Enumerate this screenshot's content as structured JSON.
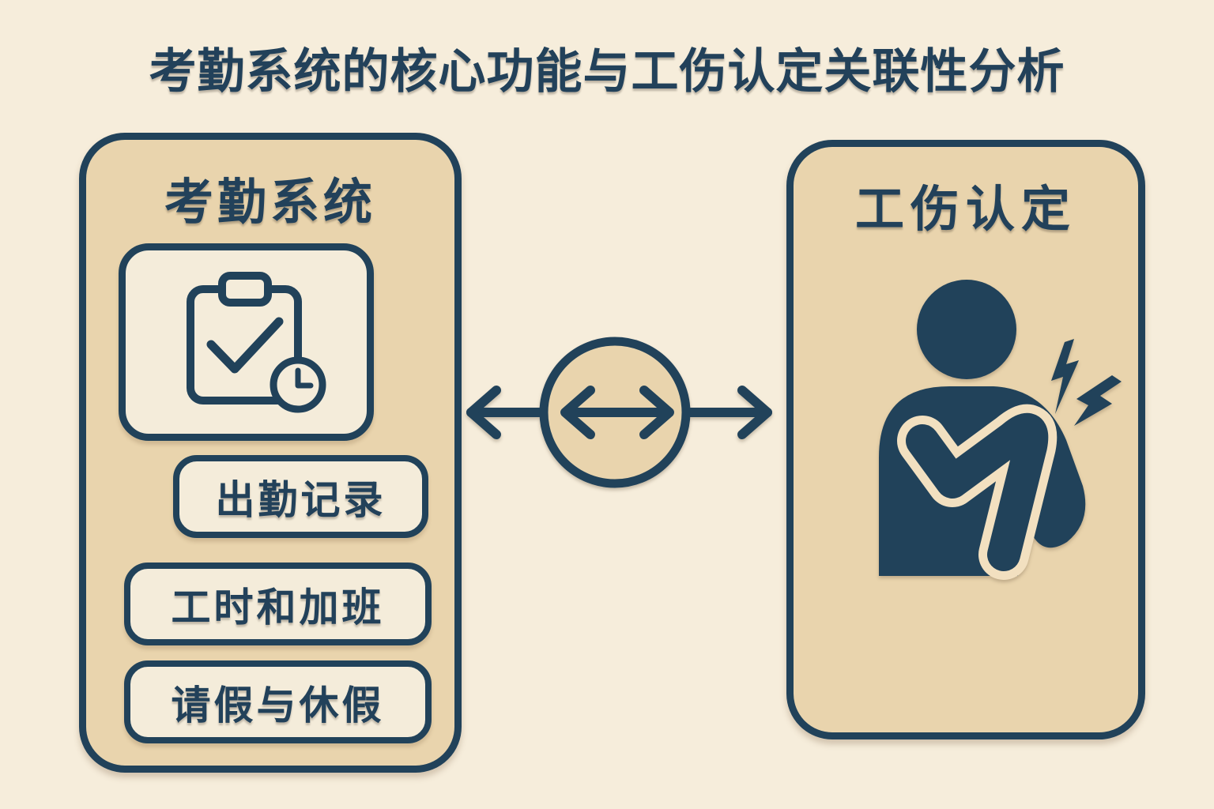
{
  "title": "考勤系统的核心功能与工伤认定关联性分析",
  "colors": {
    "background": "#f6eddb",
    "panel_fill": "#e9d4ad",
    "card_fill": "#f4ecda",
    "ink_navy": "#21425a"
  },
  "left_panel": {
    "title": "考勤系统",
    "icon": "clipboard-check-clock-icon",
    "items": [
      {
        "label": "出勤记录"
      },
      {
        "label": "工时和加班"
      },
      {
        "label": "请假与休假"
      }
    ]
  },
  "connector": {
    "icon": "bidirectional-arrow-icon"
  },
  "right_panel": {
    "title": "工伤认定",
    "icon": "person-back-pain-icon",
    "pain_icon": "lightning-bolt-icon"
  }
}
